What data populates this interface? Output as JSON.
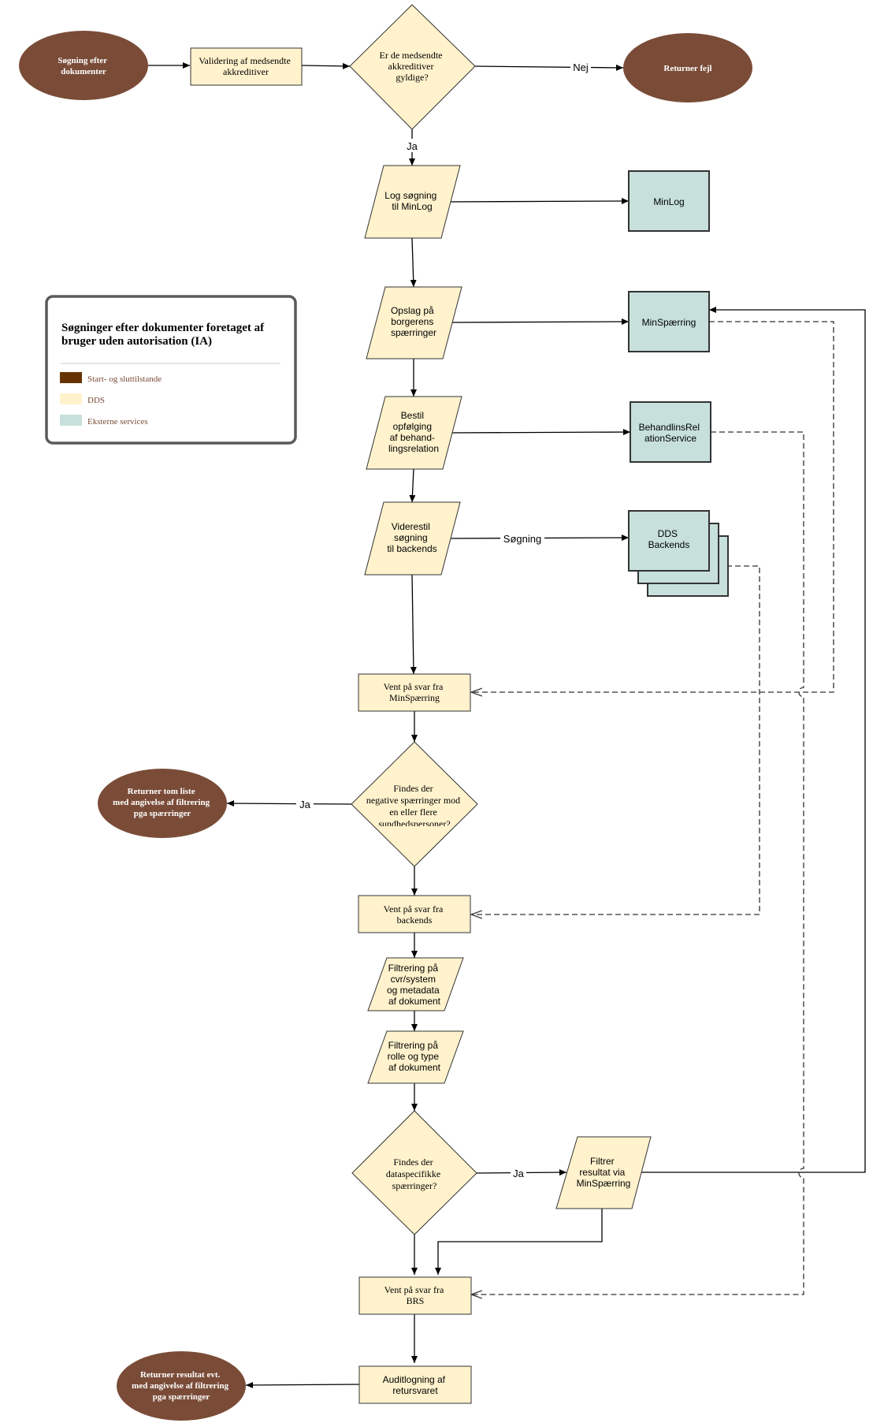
{
  "nodes": {
    "start": [
      "Søgning efter",
      "dokumenter"
    ],
    "validate": [
      "Validering af medsendte",
      "akkreditiver"
    ],
    "valid_q": [
      "Er de medsendte",
      "akkreditiver",
      "gyldige?"
    ],
    "error": [
      "Returner fejl"
    ],
    "log": [
      "Log søgning",
      "til MinLog"
    ],
    "minlog": [
      "MinLog"
    ],
    "lookup": [
      "Opslag på",
      "borgerens",
      "spærringer"
    ],
    "minsp": [
      "MinSpærring"
    ],
    "order": [
      "Bestil",
      "opfølging",
      "af behand-",
      "lingsrelation"
    ],
    "brs": [
      "BehandlinsRel",
      "ationService"
    ],
    "forward": [
      "Viderestil",
      "søgning",
      "til backends"
    ],
    "backends": [
      "DDS",
      "Backends"
    ],
    "wait_minsp": [
      "Vent på svar fra",
      "MinSpærring"
    ],
    "neg_q": [
      "Findes der",
      "negative spærringer mod",
      "en eller flere",
      "sundhedspersoner?"
    ],
    "ret_empty": [
      "Returner tom liste",
      "med angivelse af filtrering",
      "pga spærringer"
    ],
    "wait_back": [
      "Vent på svar fra",
      "backends"
    ],
    "filter_cvr": [
      "Filtrering på",
      "cvr/system",
      "og metadata",
      "af dokument"
    ],
    "filter_role": [
      "Filtrering på",
      "rolle og type",
      "af dokument"
    ],
    "spec_q": [
      "Findes der",
      "dataspecifikke",
      "spærringer?"
    ],
    "filter_minsp": [
      "Filtrer",
      "resultat via",
      "MinSpærring"
    ],
    "wait_brs": [
      "Vent på svar fra",
      "BRS"
    ],
    "audit": [
      "Auditlogning af",
      "retursvaret"
    ],
    "ret_result": [
      "Returner resultat evt.",
      "med angivelse af filtrering",
      "pga spærringer"
    ]
  },
  "edge_labels": {
    "nej": "Nej",
    "ja_valid": "Ja",
    "sogning": "Søgning",
    "ja_neg": "Ja",
    "ja_spec": "Ja"
  },
  "legend": {
    "title": [
      "Søgninger efter dokumenter foretaget af",
      "bruger uden autorisation (IA)"
    ],
    "items": [
      {
        "label": "Start- og sluttilstande",
        "color": "#663300"
      },
      {
        "label": "DDS",
        "color": "#fff2cc"
      },
      {
        "label": "Eksterne services",
        "color": "#c7e0dc"
      }
    ]
  },
  "colors": {
    "terminal": "#7a4c38",
    "dds": "#fff2cc",
    "external": "#c7e0dc",
    "legend_text": "#7a4c38"
  }
}
